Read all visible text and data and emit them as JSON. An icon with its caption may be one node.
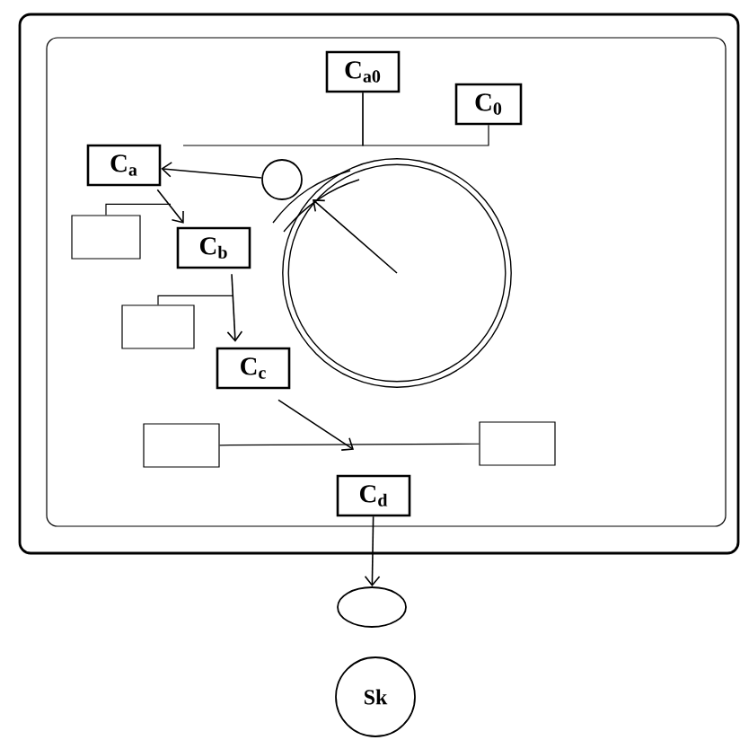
{
  "diagram": {
    "nodes": [
      {
        "text": [],
        "shape": "box"
      },
      {
        "text": [],
        "shape": "box",
        "in": 0
      },
      {
        "text": [
          "C$_{a0}$"
        ],
        "in": 1
      },
      {
        "text": [
          "C$_{0}$"
        ],
        "in": 1
      },
      {
        "text": [
          "C$_{a}$"
        ],
        "in": 1
      },
      {
        "text": [],
        "shape": "circle",
        "in": 1
      },
      {
        "text": [],
        "shape": "circle",
        "in": 1
      },
      {
        "text": [
          "C$_{b}$"
        ],
        "in": 1
      },
      {
        "text": [],
        "shape": "box",
        "in": 1
      },
      {
        "text": [],
        "shape": "box",
        "in": 1
      },
      {
        "text": [
          "C$_{c}$"
        ],
        "in": 1
      },
      {
        "text": [],
        "shape": "box",
        "in": 1
      },
      {
        "text": [],
        "shape": "box",
        "in": 1
      },
      {
        "text": [
          "C$_{d}$"
        ],
        "in": 1
      },
      {
        "text": [],
        "shape": "circle"
      },
      {
        "text": [
          "Sk"
        ]
      }
    ],
    "edges": [
      {
        "from": 3,
        "to": 2,
        "arrow": "none"
      },
      {
        "from": 2,
        "to": null,
        "arrow": "none"
      },
      {
        "from": 5,
        "to": 4,
        "arrow": "to"
      },
      {
        "from": 6,
        "to": null,
        "arrow": "to"
      },
      {
        "from": 4,
        "to": 7,
        "arrow": "to"
      },
      {
        "from": 7,
        "to": 10,
        "arrow": "to"
      },
      {
        "from": 10,
        "to": 13,
        "arrow": "to"
      },
      {
        "from": 11,
        "to": 12,
        "arrow": "none"
      },
      {
        "from": 13,
        "to": 14,
        "arrow": "to"
      },
      {
        "from": 8,
        "to": null,
        "arrow": "none"
      },
      {
        "from": 9,
        "to": null,
        "arrow": "none"
      }
    ]
  }
}
